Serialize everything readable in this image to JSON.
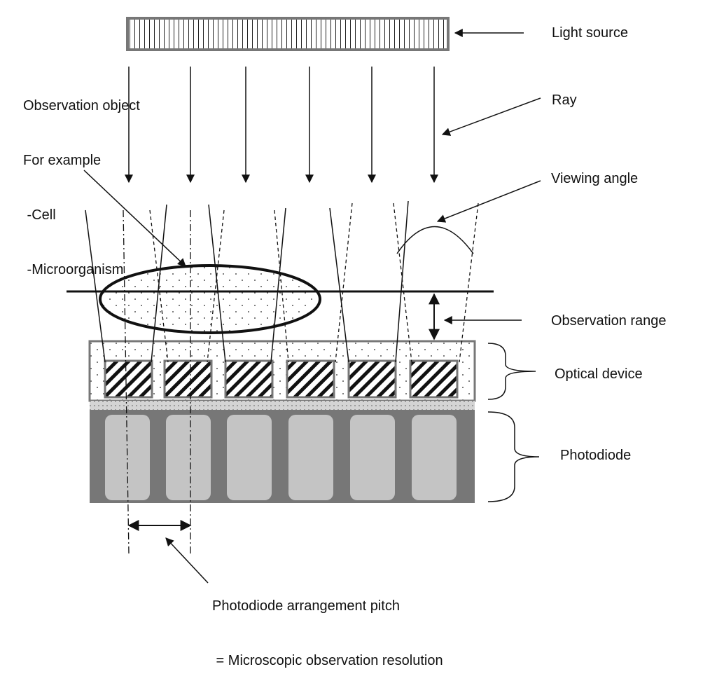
{
  "labels": {
    "light_source": "Light source",
    "ray": "Ray",
    "viewing_angle": "Viewing angle",
    "observation_range": "Observation range",
    "optical_device": "Optical device",
    "photodiode": "Photodiode",
    "observation_object": {
      "line1": "Observation object",
      "line2": "For example",
      "line3": " -Cell",
      "line4": " -Microorganism"
    },
    "pitch": {
      "line1": "Photodiode arrangement pitch",
      "line2": " = Microscopic observation resolution"
    }
  },
  "colors": {
    "stroke": "#111111",
    "device_fill": "#ffffff",
    "photodiode_body": "#777777",
    "photodiode_cell": "#c4c4c4",
    "band": "#cfcfcf"
  }
}
